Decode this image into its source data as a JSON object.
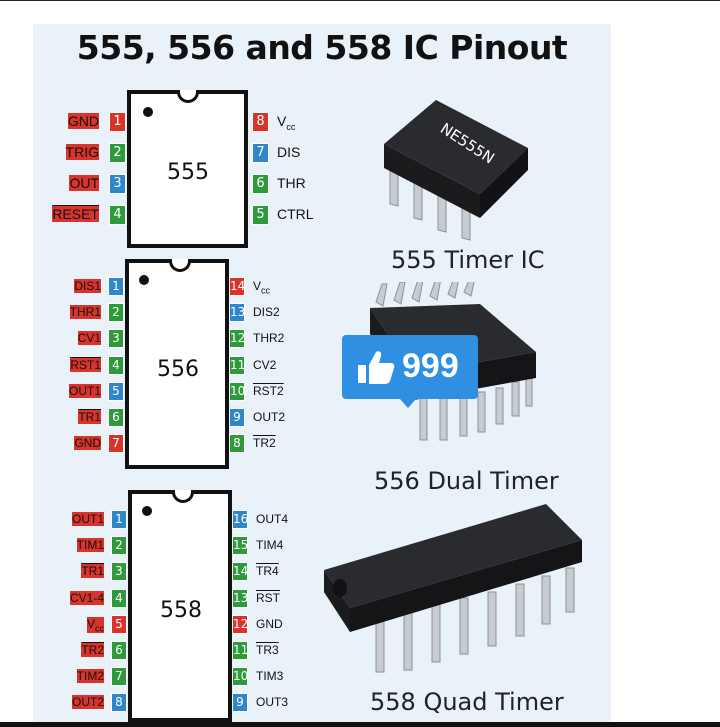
{
  "title": "555, 556 and 558 IC Pinout",
  "colors": {
    "green": "#2e9a3c",
    "blue": "#2f87c9",
    "red": "#d9342b",
    "panel": "#e9f1f9",
    "like": "#2f8fe0"
  },
  "ic555": {
    "label": "555",
    "caption": "555 Timer IC",
    "package_marking": "NE555N",
    "left": [
      {
        "n": "1",
        "name": "GND",
        "color": "red"
      },
      {
        "n": "2",
        "name": "TRIG",
        "color": "green"
      },
      {
        "n": "3",
        "name": "OUT",
        "color": "blue"
      },
      {
        "n": "4",
        "name": "RESET",
        "color": "green"
      }
    ],
    "right": [
      {
        "n": "8",
        "name": "Vcc",
        "color": "red"
      },
      {
        "n": "7",
        "name": "DIS",
        "color": "blue"
      },
      {
        "n": "6",
        "name": "THR",
        "color": "green"
      },
      {
        "n": "5",
        "name": "CTRL",
        "color": "green"
      }
    ]
  },
  "ic556": {
    "label": "556",
    "caption": "556 Dual Timer",
    "left": [
      {
        "n": "1",
        "name": "DIS1",
        "color": "blue"
      },
      {
        "n": "2",
        "name": "THR1",
        "color": "green"
      },
      {
        "n": "3",
        "name": "CV1",
        "color": "green"
      },
      {
        "n": "4",
        "name": "RST1",
        "color": "green"
      },
      {
        "n": "5",
        "name": "OUT1",
        "color": "blue"
      },
      {
        "n": "6",
        "name": "TR1",
        "color": "green"
      },
      {
        "n": "7",
        "name": "GND",
        "color": "red"
      }
    ],
    "right": [
      {
        "n": "14",
        "name": "Vcc",
        "color": "red"
      },
      {
        "n": "13",
        "name": "DIS2",
        "color": "blue"
      },
      {
        "n": "12",
        "name": "THR2",
        "color": "green"
      },
      {
        "n": "11",
        "name": "CV2",
        "color": "green"
      },
      {
        "n": "10",
        "name": "RST2",
        "color": "green"
      },
      {
        "n": "9",
        "name": "OUT2",
        "color": "blue"
      },
      {
        "n": "8",
        "name": "TR2",
        "color": "green"
      }
    ]
  },
  "ic558": {
    "label": "558",
    "caption": "558 Quad Timer",
    "left": [
      {
        "n": "1",
        "name": "OUT1",
        "color": "blue"
      },
      {
        "n": "2",
        "name": "TIM1",
        "color": "green"
      },
      {
        "n": "3",
        "name": "TR1",
        "color": "green"
      },
      {
        "n": "4",
        "name": "CV1-4",
        "color": "green"
      },
      {
        "n": "5",
        "name": "Vcc",
        "color": "red"
      },
      {
        "n": "6",
        "name": "TR2",
        "color": "green"
      },
      {
        "n": "7",
        "name": "TIM2",
        "color": "green"
      },
      {
        "n": "8",
        "name": "OUT2",
        "color": "blue"
      }
    ],
    "right": [
      {
        "n": "16",
        "name": "OUT4",
        "color": "blue"
      },
      {
        "n": "15",
        "name": "TIM4",
        "color": "green"
      },
      {
        "n": "14",
        "name": "TR4",
        "color": "green"
      },
      {
        "n": "13",
        "name": "RST",
        "color": "green"
      },
      {
        "n": "12",
        "name": "GND",
        "color": "red"
      },
      {
        "n": "11",
        "name": "TR3",
        "color": "green"
      },
      {
        "n": "10",
        "name": "TIM3",
        "color": "green"
      },
      {
        "n": "9",
        "name": "OUT3",
        "color": "blue"
      }
    ]
  },
  "like_badge": {
    "count": "999",
    "icon": "thumbs-up-icon"
  }
}
